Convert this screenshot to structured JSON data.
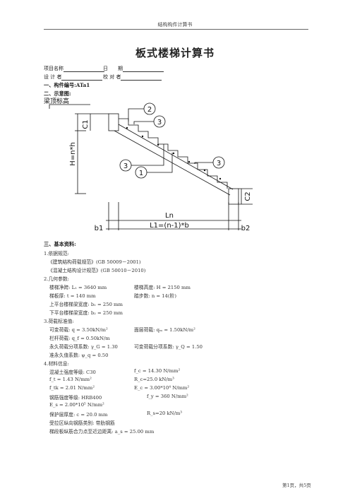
{
  "header": {
    "text": "结构构件计算书"
  },
  "title": "板式楼梯计算书",
  "meta": {
    "project_label": "项目名称",
    "date_label": "日　　期",
    "designer_label": "设 计 者",
    "checker_label": "校 对 者"
  },
  "sections": {
    "s1": "一、构件编号:ATa1",
    "s2": "二、示意图:",
    "s3": "三、基本资料:"
  },
  "diagram": {
    "label_top": "梁顶标高",
    "c1": "C1",
    "c2": "C2",
    "h": "H=n*h",
    "ln": "Ln",
    "l1": "L1=(n-1)*b",
    "b1": "b1",
    "b2": "b2",
    "circle_2": "2",
    "circle_3": "3",
    "circle_1": "1"
  },
  "body": {
    "l1": "1.依据规范:",
    "l2": "《建筑结构荷载规范》(GB 50009－2001)",
    "l3": "《混凝土结构设计规范》(GB 50010－2010)",
    "l4": "2.几何参数:",
    "l5a": "楼梯净跨: L₁ = 3640 mm",
    "l5b": "楼梯高度: H = 2150 mm",
    "l6a": "梯板厚: t = 140 mm",
    "l6b": "踏步数: n = 14(阶)",
    "l7": "上平台楼梯梁宽度: b₁ = 250 mm",
    "l8": "下平台楼梯梁宽度: b₂ = 250 mm",
    "l9": "3.荷载标准值:",
    "l10a": "可变荷载: q = 3.50kN/m²",
    "l10b": "面层荷载: qₘ = 1.50kN/m²",
    "l11": "栏杆荷载: q_f = 0.50kN/m",
    "l12a": "永久荷载分项系数: γ_G = 1.30",
    "l12b": "可变荷载分项系数: γ_Q = 1.50",
    "l13": "准永久值系数: ψ_q = 0.50",
    "l14": "4.材料信息:",
    "l15a": "混凝土强度等级: C30",
    "l15b": "f_c = 14.30 N/mm²",
    "l16a": "f_t = 1.43 N/mm²",
    "l16b": "R_c=25.0 kN/m³",
    "l17a": "f_tk = 2.01 N/mm²",
    "l17b": "E_c = 3.00*10⁴ N/mm²",
    "l18a": "钢筋强度等级: HRB400",
    "l18b": "f_y = 360 N/mm²",
    "l19": "E_s = 2.00*10⁵ N/mm²",
    "l20a": "保护层厚度: c = 20.0 mm",
    "l20b": "R_s=20 kN/m³",
    "l21": "受拉区纵向钢筋类别: 带肋钢筋",
    "l22": "梯段板纵筋合力点至近边距离: a_s = 25.00 mm"
  },
  "footer": {
    "page": "第1页，共5页"
  }
}
